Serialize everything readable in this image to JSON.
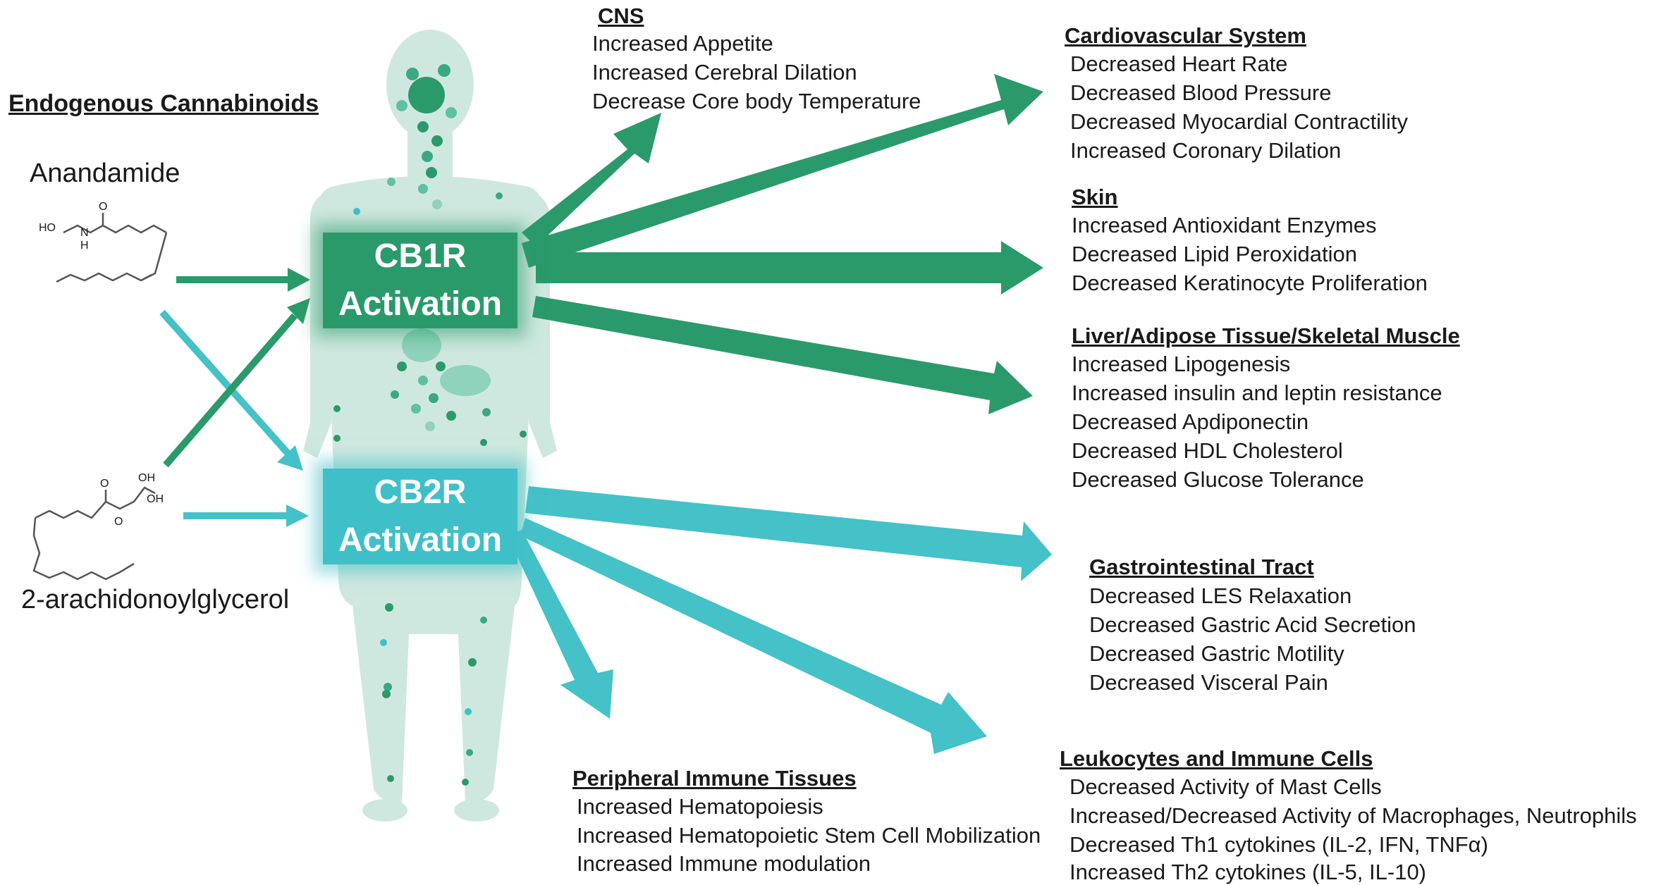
{
  "colors": {
    "cb1_green": "#2b9a6b",
    "cb2_cyan": "#45c1c8",
    "body_fill": "#cfe8df"
  },
  "left": {
    "title": "Endogenous Cannabinoids",
    "anandamide": "Anandamide",
    "two_ag": "2-arachidonoylglycerol",
    "molecule_labels": {
      "ho": "HO",
      "n": "N",
      "h": "H",
      "o1": "O",
      "oh_top": "OH",
      "oh_right": "OH",
      "o_ester": "O",
      "o_carbonyl": "O"
    }
  },
  "receptors": {
    "cb1": {
      "line1": "CB1R",
      "line2": "Activation"
    },
    "cb2": {
      "line1": "CB2R",
      "line2": "Activation"
    }
  },
  "groups": {
    "cns": {
      "title": "CNS",
      "items": [
        "Increased Appetite",
        "Increased Cerebral Dilation",
        "Decrease Core body Temperature"
      ]
    },
    "cardio": {
      "title": "Cardiovascular System",
      "items": [
        "Decreased Heart Rate",
        "Decreased Blood Pressure",
        "Decreased  Myocardial Contractility",
        "Increased Coronary Dilation"
      ]
    },
    "skin": {
      "title": "Skin",
      "items": [
        "Increased Antioxidant Enzymes",
        "Decreased Lipid Peroxidation",
        "Decreased Keratinocyte Proliferation"
      ]
    },
    "liver": {
      "title": "Liver/Adipose Tissue/Skeletal Muscle",
      "items": [
        "Increased Lipogenesis",
        "Increased insulin and leptin resistance",
        "Decreased Apdiponectin",
        "Decreased HDL Cholesterol",
        "Decreased Glucose Tolerance"
      ]
    },
    "gi": {
      "title": "Gastrointestinal Tract",
      "items": [
        "Decreased LES Relaxation",
        "Decreased Gastric Acid Secretion",
        "Decreased Gastric Motility",
        "Decreased Visceral Pain"
      ]
    },
    "leukocytes": {
      "title": "Leukocytes and Immune Cells",
      "items": [
        "Decreased Activity of Mast Cells",
        "Increased/Decreased Activity of Macrophages, Neutrophils",
        "Decreased Th1 cytokines (IL-2, IFN, TNFα)",
        "Increased Th2 cytokines (IL-5, IL-10)"
      ]
    },
    "peripheral": {
      "title": "Peripheral Immune Tissues",
      "items": [
        "Increased Hematopoiesis",
        "Increased Hematopoietic Stem Cell Mobilization",
        "Increased  Immune modulation"
      ]
    }
  }
}
